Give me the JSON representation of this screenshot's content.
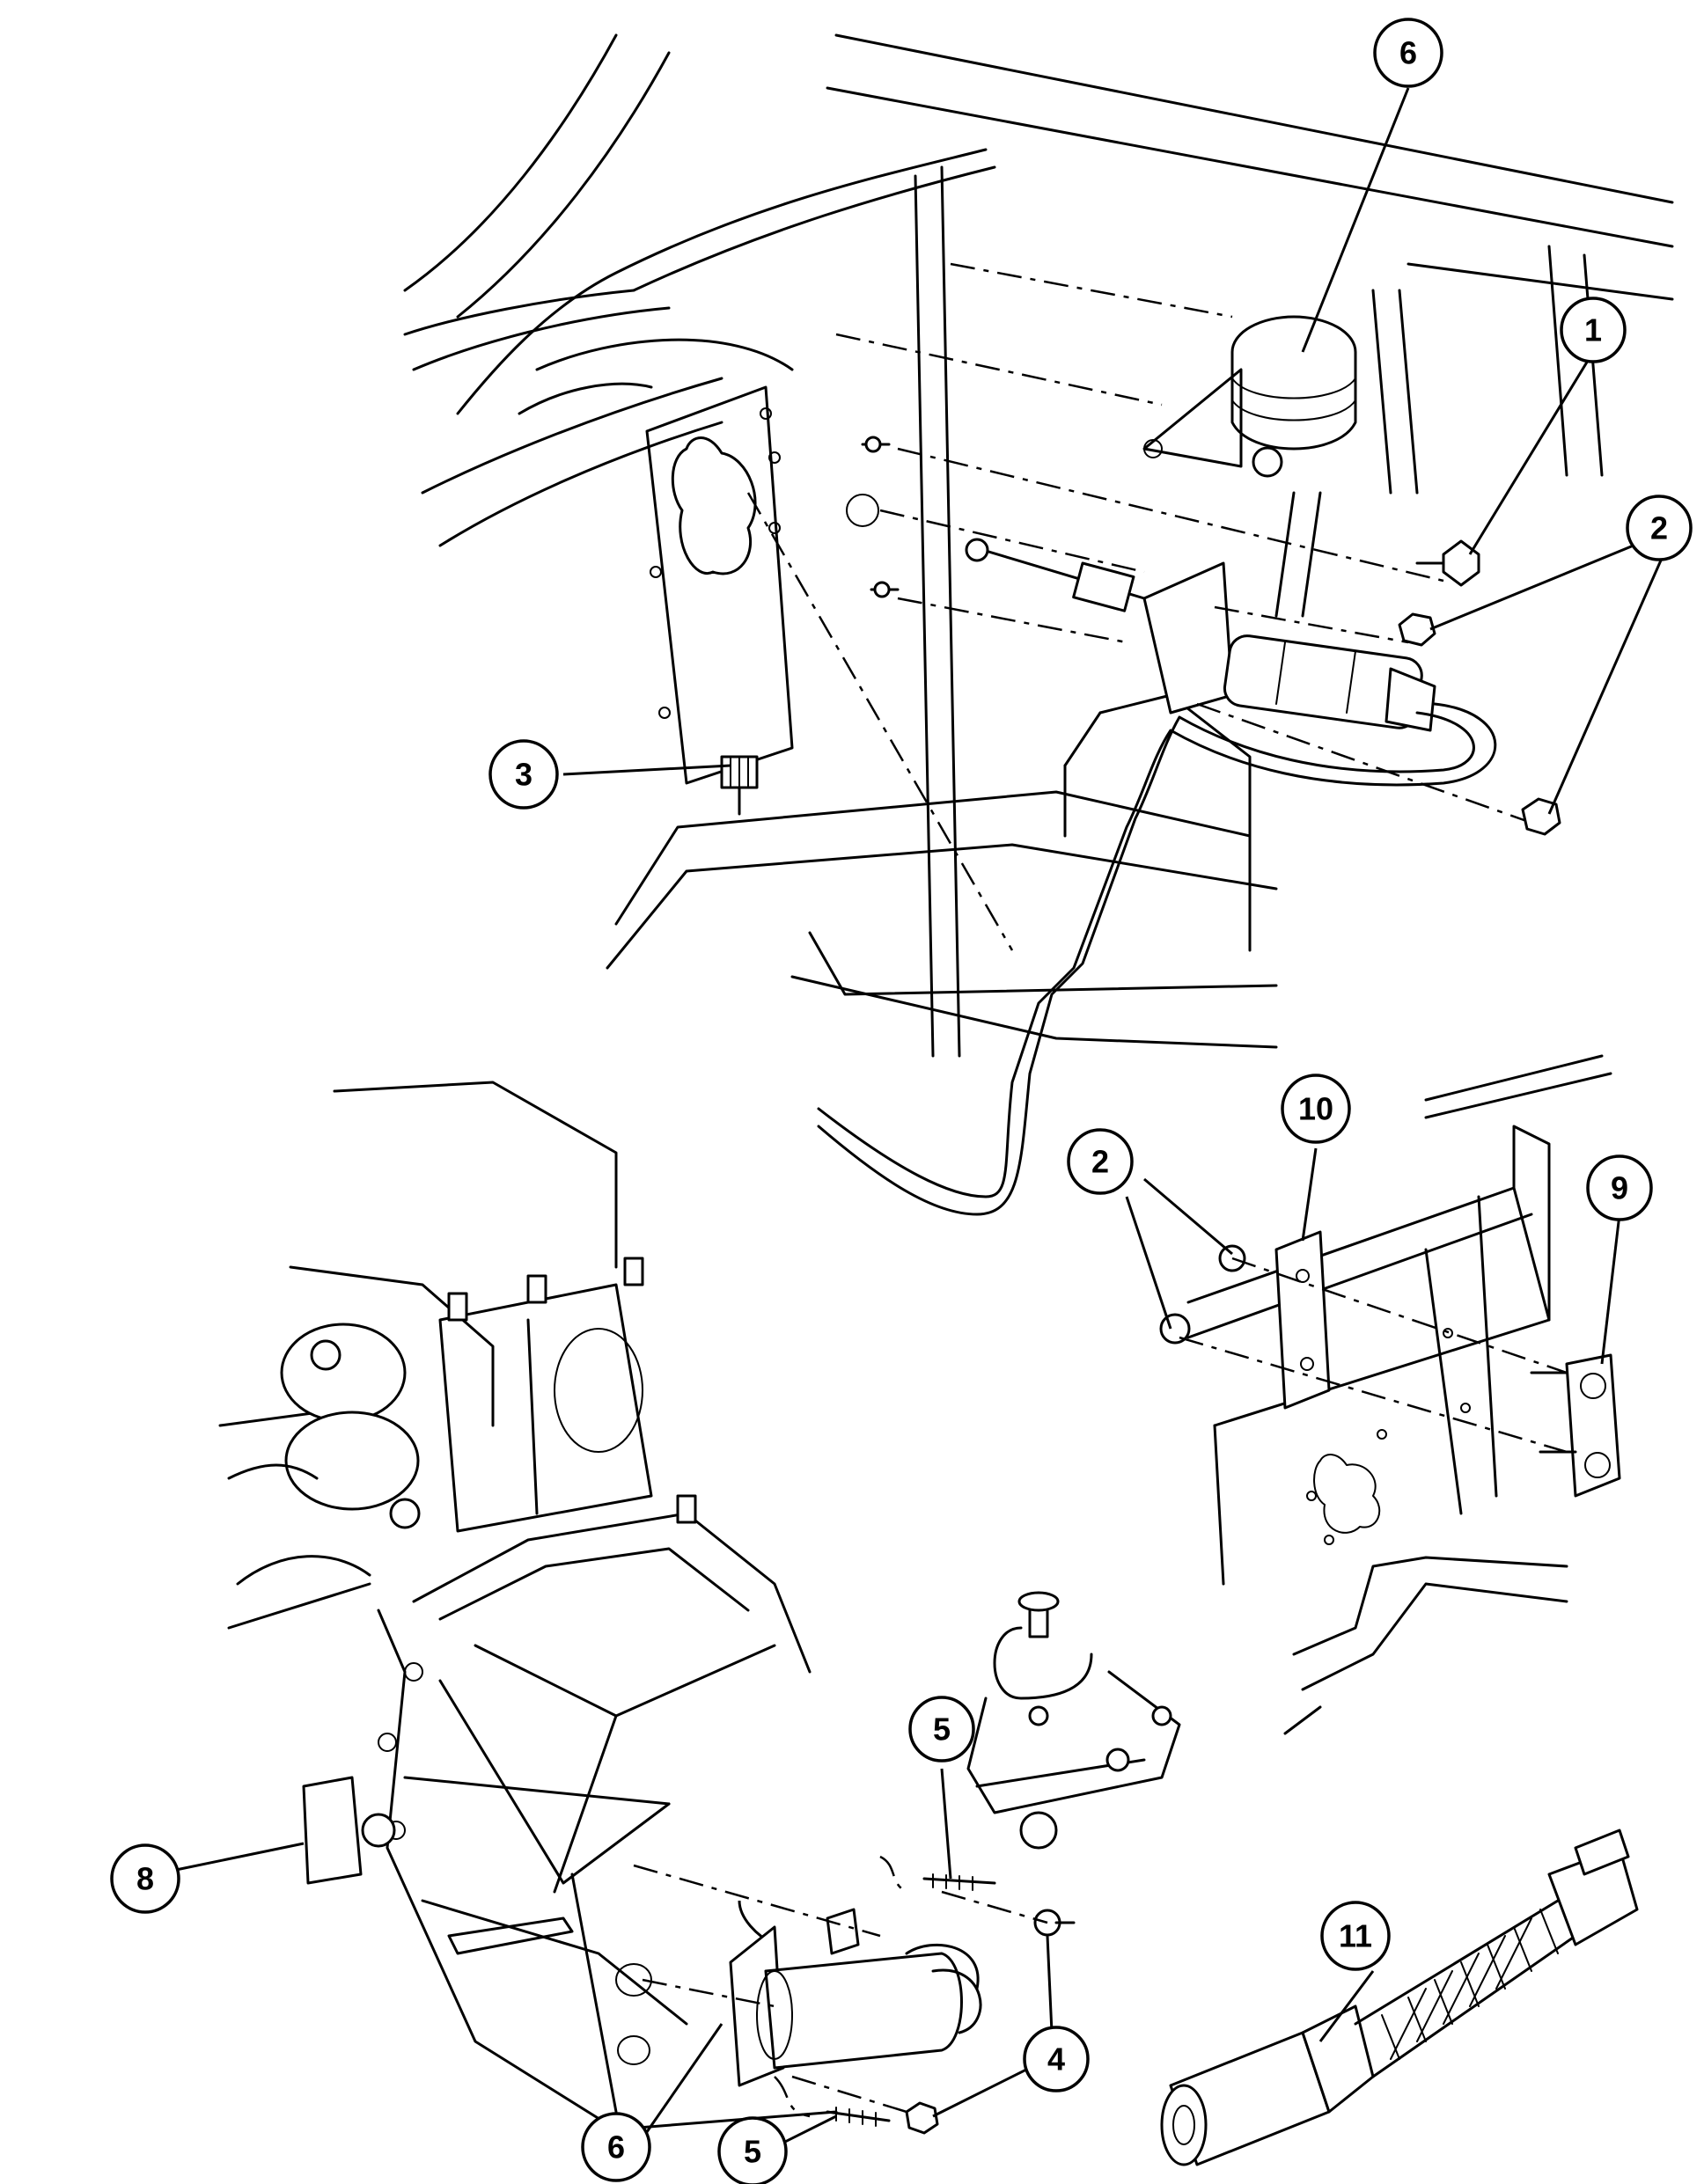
{
  "callouts": [
    {
      "id": "c6-top",
      "label": "6"
    },
    {
      "id": "c1",
      "label": "1"
    },
    {
      "id": "c2-top",
      "label": "2"
    },
    {
      "id": "c3",
      "label": "3"
    },
    {
      "id": "c10",
      "label": "10"
    },
    {
      "id": "c2-mid",
      "label": "2"
    },
    {
      "id": "c9",
      "label": "9"
    },
    {
      "id": "c5-mid",
      "label": "5"
    },
    {
      "id": "c8",
      "label": "8"
    },
    {
      "id": "c11",
      "label": "11"
    },
    {
      "id": "c4",
      "label": "4"
    },
    {
      "id": "c6-bottom",
      "label": "6"
    },
    {
      "id": "c5-bottom",
      "label": "5"
    }
  ]
}
